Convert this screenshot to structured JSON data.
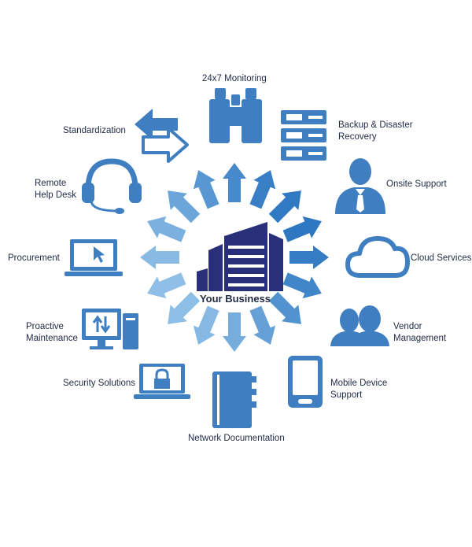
{
  "center": {
    "label": "Your Business"
  },
  "services": {
    "monitoring": "24x7 Monitoring",
    "backup_line1": "Backup & Disaster",
    "backup_line2": "Recovery",
    "onsite": "Onsite Support",
    "cloud": "Cloud Services",
    "vendor_line1": "Vendor",
    "vendor_line2": "Management",
    "mobile_line1": "Mobile Device",
    "mobile_line2": "Support",
    "network_docs": "Network Documentation",
    "security": "Security Solutions",
    "proactive_line1": "Proactive",
    "proactive_line2": "Maintenance",
    "procurement": "Procurement",
    "remote_line1": "Remote",
    "remote_line2": "Help Desk",
    "standardization": "Standardization"
  },
  "colors": {
    "icon_blue": "#3f7fc1",
    "arrow_dark": "#2e78c2",
    "arrow_light": "#8fbfe6",
    "building": "#2a2f7a",
    "text": "#1f2a44"
  }
}
